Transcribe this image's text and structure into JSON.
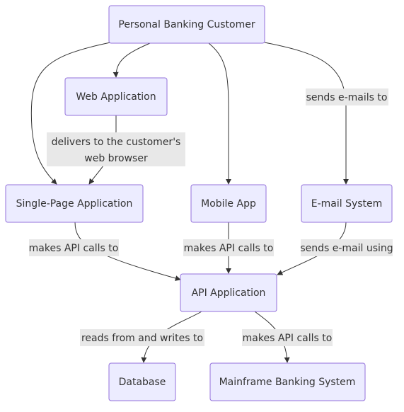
{
  "nodes": {
    "customer": "Personal Banking Customer",
    "web_app": "Web Application",
    "spa": "Single-Page Application",
    "mobile": "Mobile App",
    "email": "E-mail System",
    "api": "API Application",
    "database": "Database",
    "mainframe": "Mainframe Banking System"
  },
  "edges": {
    "customer_to_email": "sends e-mails to",
    "webapp_to_spa_line1": "delivers to the customer's",
    "webapp_to_spa_line2": "web browser",
    "spa_to_api": "makes API calls to",
    "mobile_to_api": "makes API calls to",
    "email_to_api": "sends e-mail using",
    "api_to_database": "reads from and writes to",
    "api_to_mainframe": "makes API calls to"
  },
  "colors": {
    "node_fill": "#ECECFF",
    "node_stroke": "#9370DB",
    "edge": "#333333",
    "label_bg": "#e8e8e8"
  }
}
